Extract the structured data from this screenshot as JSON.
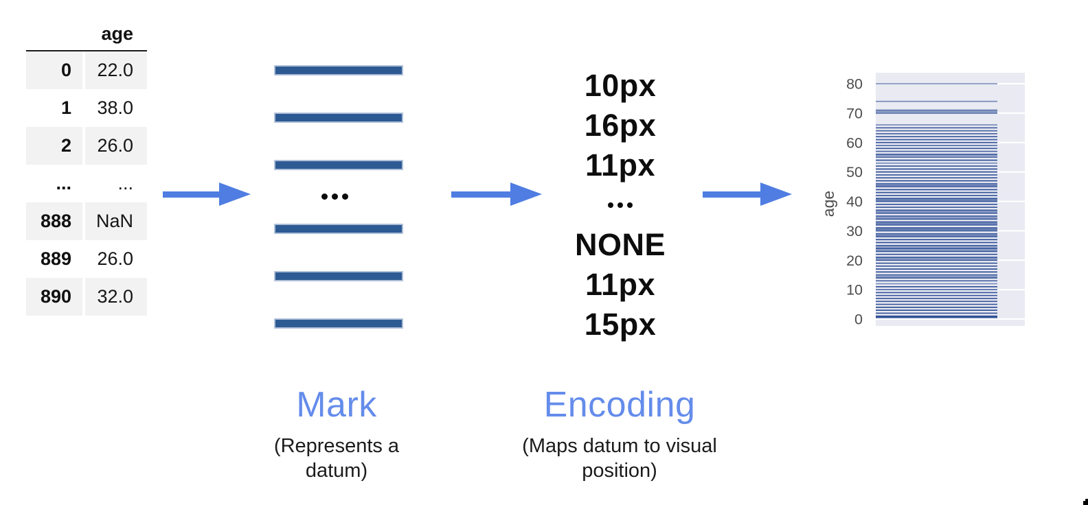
{
  "table": {
    "column_header": "age",
    "rows": [
      {
        "index": "0",
        "age": "22.0",
        "shaded": true
      },
      {
        "index": "1",
        "age": "38.0",
        "shaded": false
      },
      {
        "index": "2",
        "age": "26.0",
        "shaded": true
      },
      {
        "index": "...",
        "age": "...",
        "shaded": false
      },
      {
        "index": "888",
        "age": "NaN",
        "shaded": true
      },
      {
        "index": "889",
        "age": "26.0",
        "shaded": false
      },
      {
        "index": "890",
        "age": "32.0",
        "shaded": true
      }
    ]
  },
  "marks": {
    "bar_count": 6,
    "ellipsis": "..."
  },
  "encoding_values": [
    "10px",
    "16px",
    "11px",
    "...",
    "NONE",
    "11px",
    "15px"
  ],
  "captions": {
    "mark": {
      "title": "Mark",
      "subtitle": "(Represents a datum)"
    },
    "encoding": {
      "title": "Encoding",
      "subtitle": "(Maps datum to visual position)"
    }
  },
  "colors": {
    "arrow_blue": "#4f7de2",
    "caption_blue": "#648ceb",
    "mark_bar_fill": "#2d5a93",
    "mark_bar_edge": "#aebfd8",
    "tick_stroke": "#2f4f96",
    "plot_background": "#e9eaf2",
    "grid_line": "#ffffff",
    "axis_text": "#4d4d4d",
    "table_band": "#f2f2f2"
  },
  "chart_data": {
    "type": "tick",
    "title": "",
    "xlabel": "",
    "ylabel": "age",
    "ylim": [
      0,
      80
    ],
    "yticks": [
      0,
      10,
      20,
      30,
      40,
      50,
      60,
      70,
      80
    ],
    "grid": true,
    "legend": false,
    "series": [
      {
        "name": "age",
        "points_age_count": [
          [
            0.42,
            1
          ],
          [
            0.67,
            1
          ],
          [
            0.75,
            2
          ],
          [
            0.83,
            2
          ],
          [
            0.92,
            1
          ],
          [
            1,
            7
          ],
          [
            2,
            10
          ],
          [
            3,
            6
          ],
          [
            4,
            10
          ],
          [
            5,
            4
          ],
          [
            6,
            3
          ],
          [
            7,
            3
          ],
          [
            8,
            4
          ],
          [
            9,
            8
          ],
          [
            10,
            2
          ],
          [
            11,
            4
          ],
          [
            12,
            1
          ],
          [
            13,
            2
          ],
          [
            14,
            6
          ],
          [
            14.5,
            1
          ],
          [
            15,
            5
          ],
          [
            16,
            17
          ],
          [
            17,
            13
          ],
          [
            18,
            26
          ],
          [
            19,
            25
          ],
          [
            20,
            15
          ],
          [
            20.5,
            1
          ],
          [
            21,
            24
          ],
          [
            22,
            27
          ],
          [
            23,
            15
          ],
          [
            23.5,
            1
          ],
          [
            24,
            30
          ],
          [
            24.5,
            1
          ],
          [
            25,
            23
          ],
          [
            26,
            18
          ],
          [
            27,
            18
          ],
          [
            28,
            25
          ],
          [
            28.5,
            2
          ],
          [
            29,
            20
          ],
          [
            30,
            25
          ],
          [
            30.5,
            2
          ],
          [
            31,
            17
          ],
          [
            32,
            18
          ],
          [
            32.5,
            2
          ],
          [
            33,
            15
          ],
          [
            34,
            15
          ],
          [
            34.5,
            1
          ],
          [
            35,
            18
          ],
          [
            36,
            22
          ],
          [
            36.5,
            1
          ],
          [
            37,
            9
          ],
          [
            38,
            11
          ],
          [
            39,
            14
          ],
          [
            40,
            13
          ],
          [
            40.5,
            2
          ],
          [
            41,
            6
          ],
          [
            42,
            13
          ],
          [
            43,
            5
          ],
          [
            44,
            9
          ],
          [
            45,
            12
          ],
          [
            45.5,
            2
          ],
          [
            46,
            3
          ],
          [
            47,
            9
          ],
          [
            48,
            9
          ],
          [
            49,
            6
          ],
          [
            50,
            10
          ],
          [
            51,
            7
          ],
          [
            52,
            6
          ],
          [
            53,
            1
          ],
          [
            54,
            8
          ],
          [
            55,
            2
          ],
          [
            55.5,
            1
          ],
          [
            56,
            4
          ],
          [
            57,
            2
          ],
          [
            58,
            5
          ],
          [
            59,
            2
          ],
          [
            60,
            4
          ],
          [
            61,
            3
          ],
          [
            62,
            4
          ],
          [
            63,
            2
          ],
          [
            64,
            2
          ],
          [
            65,
            3
          ],
          [
            66,
            1
          ],
          [
            70,
            2
          ],
          [
            70.5,
            1
          ],
          [
            71,
            2
          ],
          [
            74,
            1
          ],
          [
            80,
            1
          ]
        ]
      }
    ]
  }
}
